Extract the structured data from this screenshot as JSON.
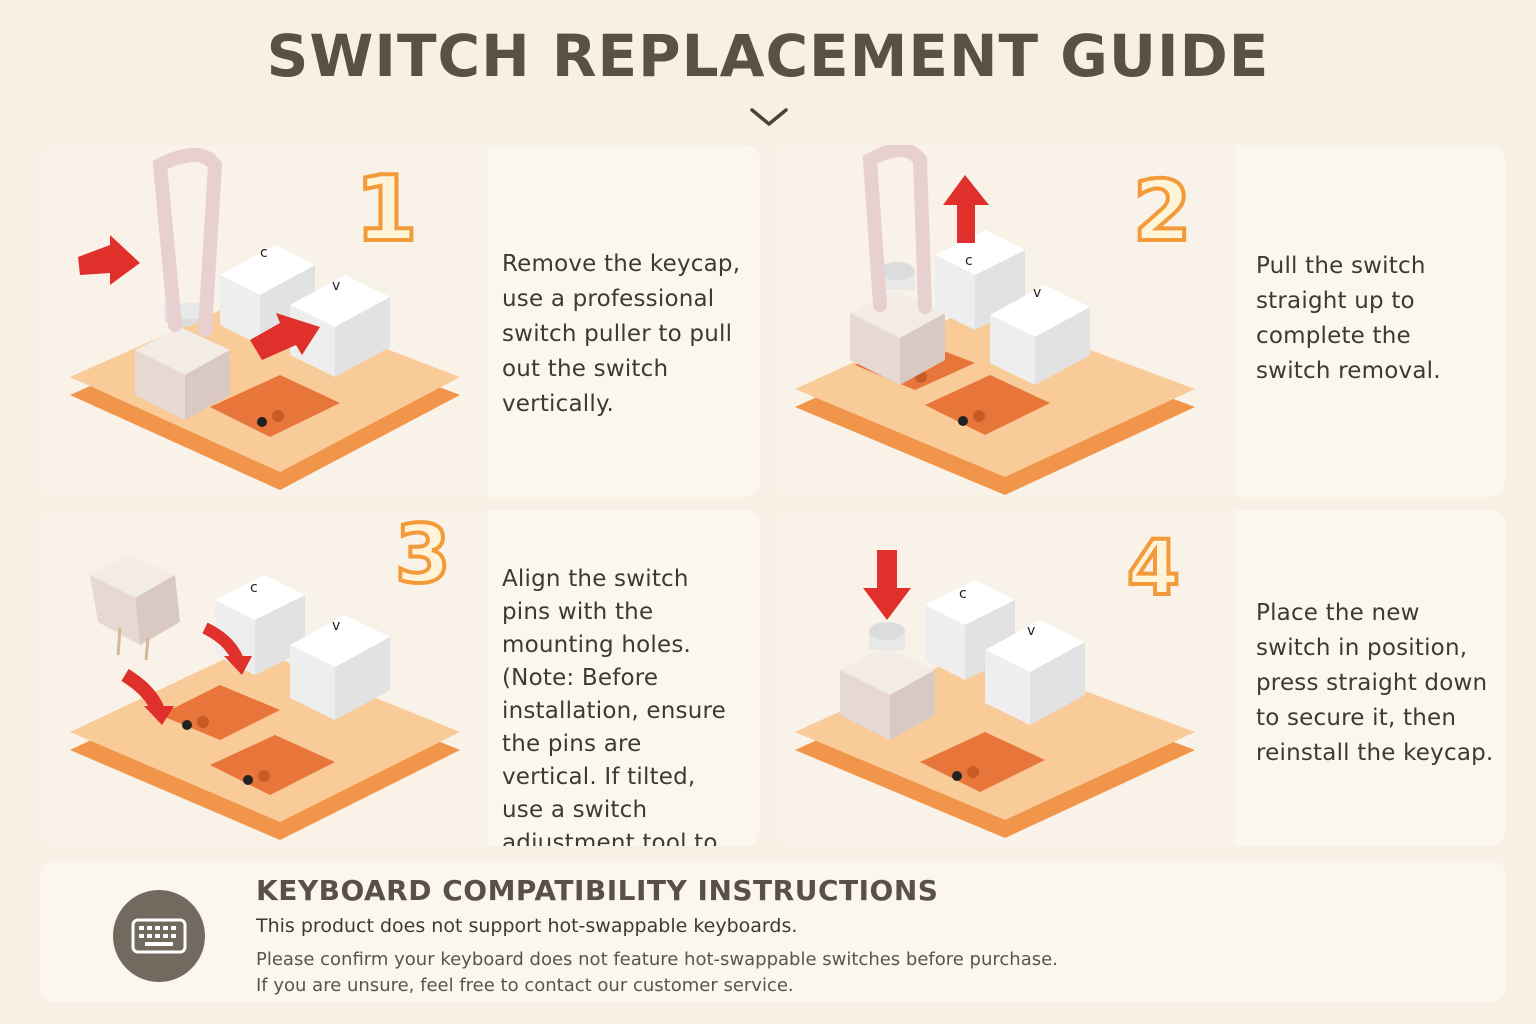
{
  "title": "SWITCH REPLACEMENT GUIDE",
  "steps": [
    {
      "number": "1",
      "text": "Remove the keycap, use a professional switch puller to pull out the switch vertically."
    },
    {
      "number": "2",
      "text": "Pull the switch straight up to complete the switch removal."
    },
    {
      "number": "3",
      "text": "Align the switch pins with the mounting holes. (Note: Before installation, ensure the pins are vertical. If tilted, use a switch adjustment tool to straighten them.)"
    },
    {
      "number": "4",
      "text": "Place the new switch in position, press straight down to secure it, then reinstall the keycap."
    }
  ],
  "compatibility": {
    "title": "KEYBOARD COMPATIBILITY INSTRUCTIONS",
    "line1": "This product does not support hot-swappable keyboards.",
    "line2": "Please confirm your keyboard does not feature hot-swappable switches before purchase.",
    "line3": "If you are unsure, feel free to contact our customer service.",
    "icon": "keyboard-icon"
  },
  "colors": {
    "background": "#f8efe5",
    "plate": "#f7c48d",
    "plate_edge": "#f0954a",
    "arrow": "#e0302c",
    "number_outline": "#f39a3a",
    "badge": "#736a5f"
  }
}
